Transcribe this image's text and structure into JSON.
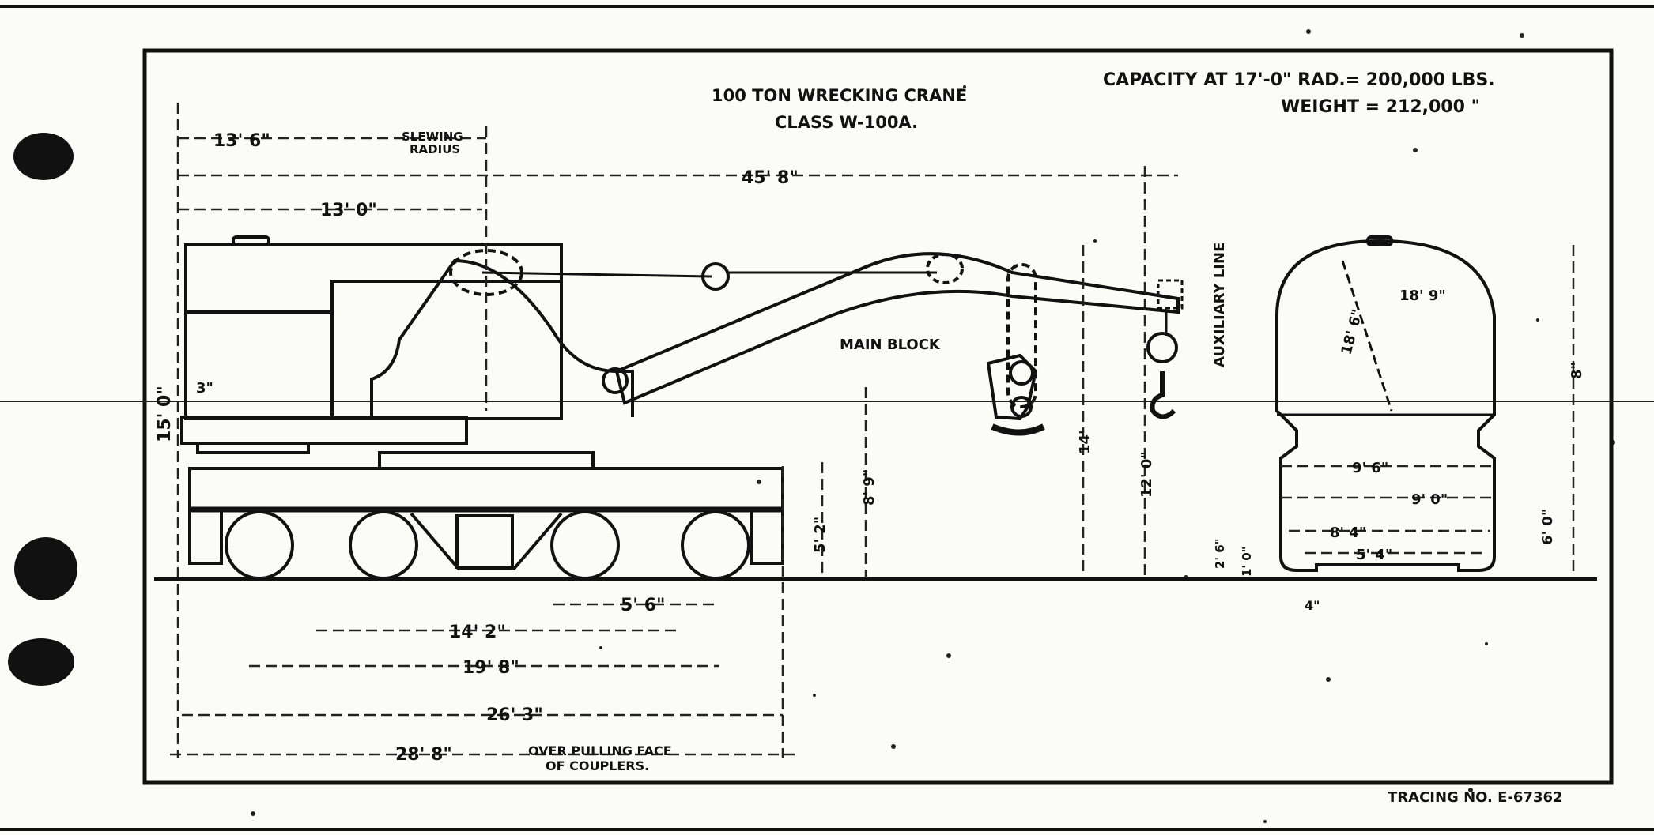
{
  "drawing": {
    "title_line1": "100 TON WRECKING CRANE",
    "title_line2": "CLASS W-100A.",
    "capacity": "CAPACITY AT 17'-0\" RAD.= 200,000 LBS.",
    "weight": "WEIGHT = 212,000 \"",
    "tracing": "TRACING NO. E-67362"
  },
  "labels": {
    "main_block": "MAIN BLOCK",
    "auxiliary_line": "AUXILIARY LINE",
    "slewing": "SLEWING",
    "radius": "RADIUS",
    "over_pulling": "OVER PULLING FACE",
    "of_couplers": "OF COUPLERS."
  },
  "dimensions": {
    "slewing_radius": "13' 6\"",
    "d13_0": "13' 0\"",
    "d45_8": "45' 8\"",
    "d5_6": "5' 6\"",
    "d14_2": "14' 2\"",
    "d19_8": "19' 8\"",
    "d26_3": "26' 3\"",
    "d28_8": "28' 8\"",
    "d15_0": "15' 0\"",
    "d3": "3\"",
    "d5_2": "5' 2\"",
    "d8_9": "8' 9\"",
    "d14": "14'",
    "d12_0": "12' 0\"",
    "d18_6": "18' 6\"",
    "d18_9": "18' 9\"",
    "d9_6": "9' 6\"",
    "d9_0": "9' 0\"",
    "d8_4": "8' 4\"",
    "d5_4": "5' 4\"",
    "d6_0": "6' 0\"",
    "d8": "8\"",
    "d2_6": "2' 6\"",
    "d1_0": "1' 0\"",
    "d4": "4\""
  }
}
